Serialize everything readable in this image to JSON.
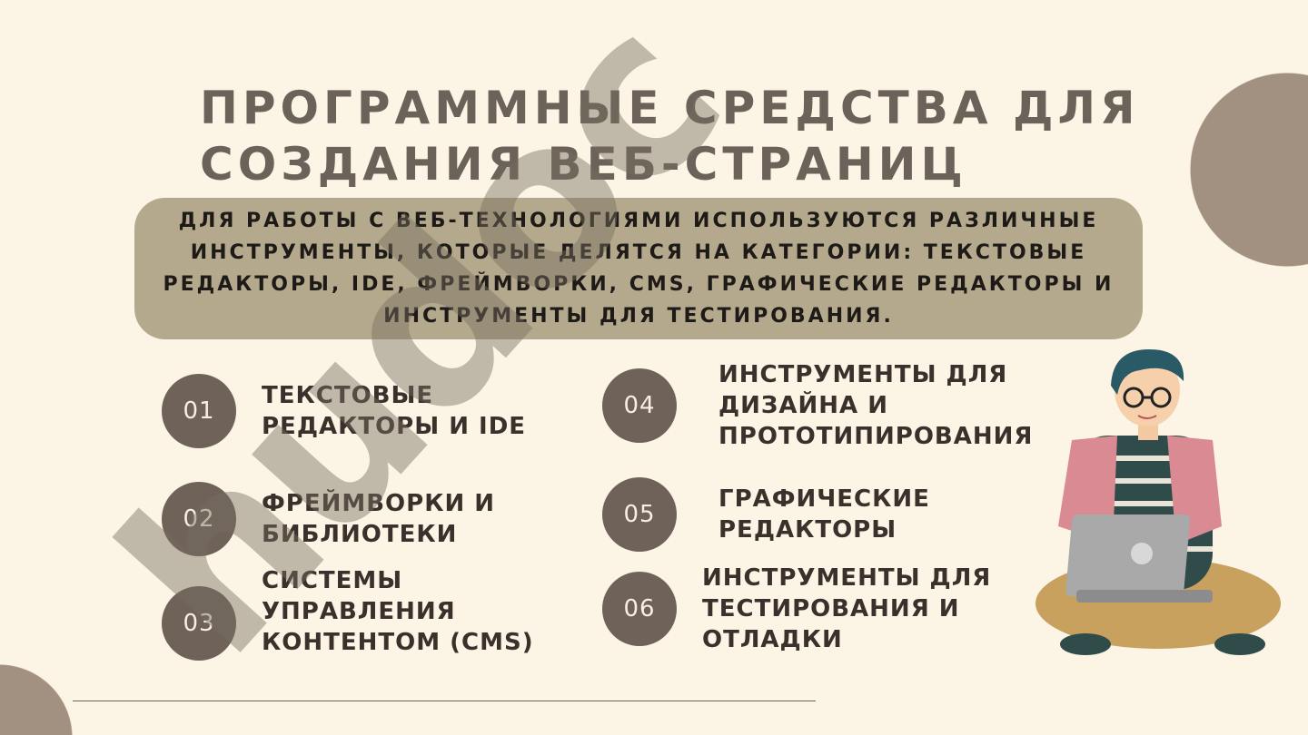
{
  "slide": {
    "title_line1": "Программные средства для",
    "title_line2": "создания веб-страниц",
    "intro": "Для работы с веб-технологиями используются различные инструменты, которые делятся на категории: текстовые редакторы, IDE, фреймворки, CMS, графические редакторы и инструменты для тестирования.",
    "items": [
      {
        "num": "01",
        "label": "Текстовые редакторы и IDE"
      },
      {
        "num": "02",
        "label": "Фреймворки и библиотеки"
      },
      {
        "num": "03",
        "label": "Системы управления контентом (CMS)"
      },
      {
        "num": "04",
        "label": "Инструменты для дизайна и прототипирования"
      },
      {
        "num": "05",
        "label": "Графические редакторы"
      },
      {
        "num": "06",
        "label": "Инструменты для тестирования и отладки"
      }
    ],
    "watermark": "hudoc"
  },
  "colors": {
    "background": "#fcf4e4",
    "title": "#6b6259",
    "intro_box": "#b4a98c",
    "number_circle": "#6e6259",
    "accent_circle": "#a29180"
  }
}
